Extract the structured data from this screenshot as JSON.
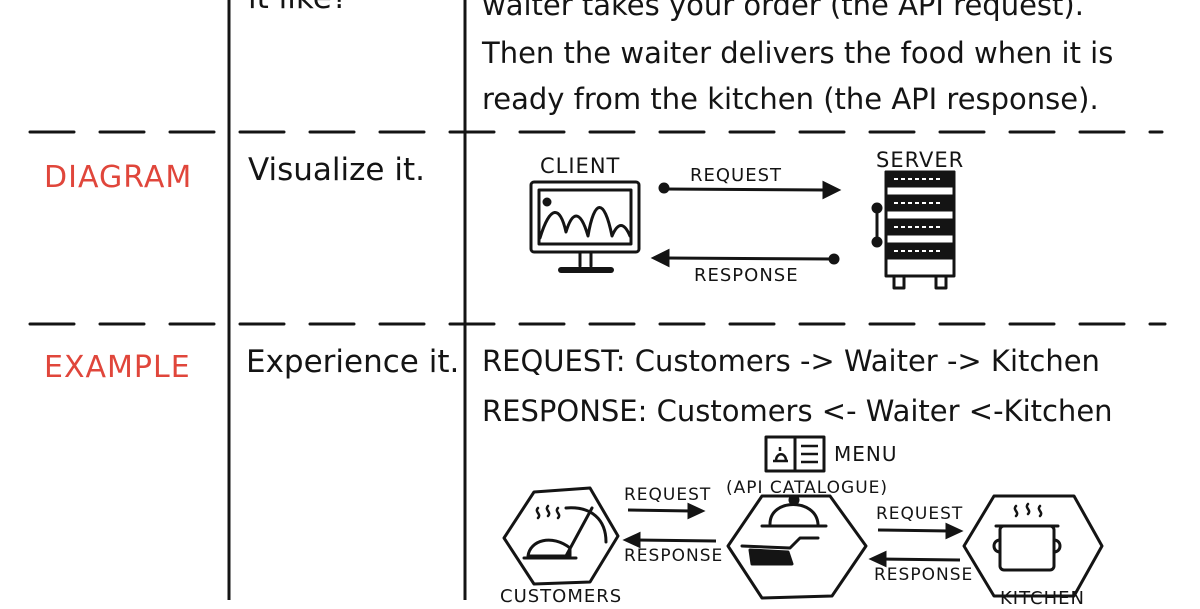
{
  "intro": {
    "col2_fragment": "it like?",
    "lines": [
      "waiter takes your order (the API request).",
      "Then the waiter delivers the food when it is",
      "ready from the kitchen (the API response)."
    ]
  },
  "rows": {
    "diagram": {
      "label": "DIAGRAM",
      "description": "Visualize it."
    },
    "example": {
      "label": "EXAMPLE",
      "description": "Experience it."
    }
  },
  "diagram": {
    "client_label": "CLIENT",
    "server_label": "SERVER",
    "request_label": "REQUEST",
    "response_label": "RESPONSE"
  },
  "example": {
    "request_line": "REQUEST: Customers -> Waiter -> Kitchen",
    "response_line": "RESPONSE: Customers <- Waiter <-Kitchen",
    "menu_label": "MENU",
    "catalogue_label": "(API CATALOGUE)",
    "left_request_label": "REQUEST",
    "left_response_label": "RESPONSE",
    "right_request_label": "REQUEST",
    "right_response_label": "RESPONSE",
    "customers_label": "CUSTOMERS",
    "kitchen_label": "KITCHEN"
  },
  "colors": {
    "accent_red": "#e0463b",
    "ink": "#141414"
  }
}
